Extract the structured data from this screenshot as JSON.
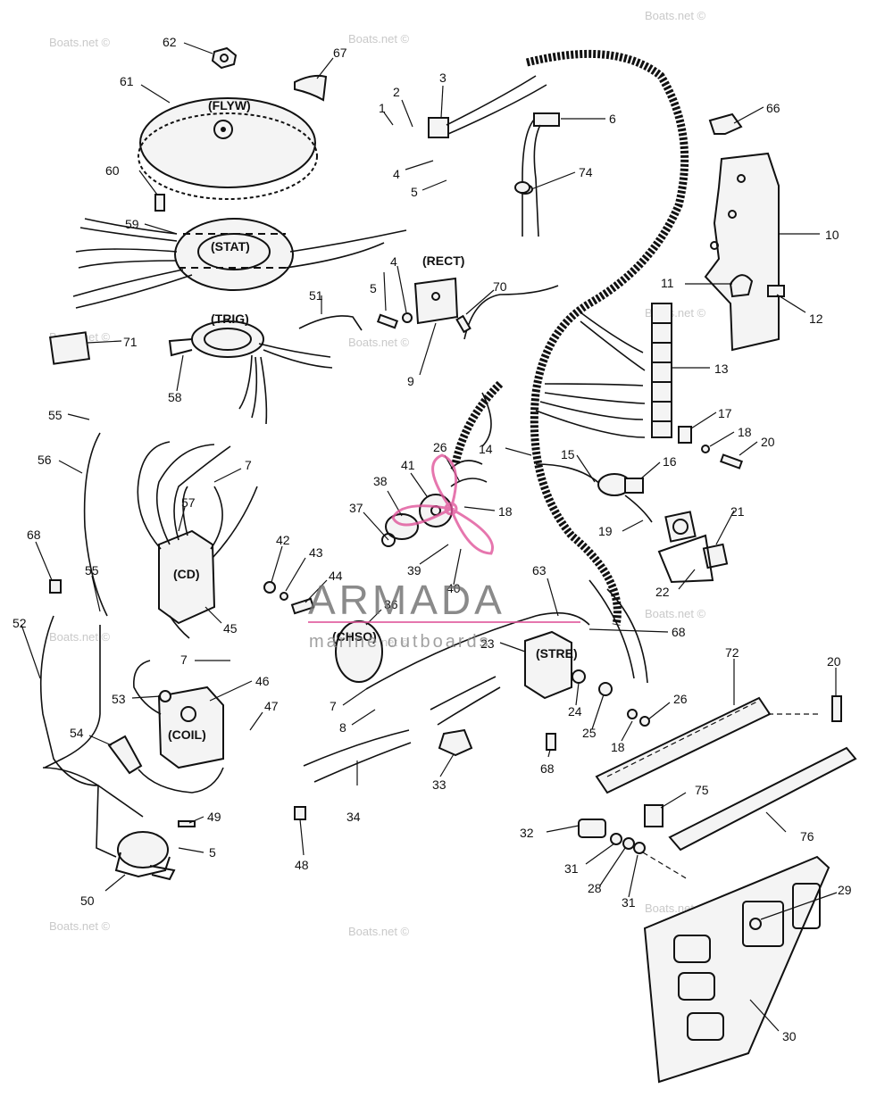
{
  "watermark": {
    "text": "Boats.net ©",
    "brand_name": "ARMADA",
    "brand_tagline": "marine outboards",
    "brand_color": "#e0559a"
  },
  "component_labels": {
    "flyw": "(FLYW)",
    "stat": "(STAT)",
    "trig": "(TRIG)",
    "rect": "(RECT)",
    "cd": "(CD)",
    "coil": "(COIL)",
    "chso": "(CHSO)",
    "stre": "(STRE)"
  },
  "callouts": {
    "c1": "1",
    "c2": "2",
    "c3": "3",
    "c4a": "4",
    "c4b": "4",
    "c5a": "5",
    "c5b": "5",
    "c5c": "5",
    "c6": "6",
    "c7a": "7",
    "c7b": "7",
    "c7c": "7",
    "c8": "8",
    "c9": "9",
    "c10": "10",
    "c11": "11",
    "c12": "12",
    "c13": "13",
    "c14": "14",
    "c15": "15",
    "c16": "16",
    "c17": "17",
    "c18a": "18",
    "c18b": "18",
    "c18c": "18",
    "c19": "19",
    "c20a": "20",
    "c20b": "20",
    "c21": "21",
    "c22": "22",
    "c23": "23",
    "c24": "24",
    "c25": "25",
    "c26a": "26",
    "c26b": "26",
    "c28": "28",
    "c29": "29",
    "c30": "30",
    "c31a": "31",
    "c31b": "31",
    "c32": "32",
    "c33": "33",
    "c34": "34",
    "c36": "36",
    "c37": "37",
    "c38": "38",
    "c39": "39",
    "c40": "40",
    "c41": "41",
    "c42": "42",
    "c43": "43",
    "c44": "44",
    "c45": "45",
    "c46": "46",
    "c47": "47",
    "c48": "48",
    "c49": "49",
    "c50": "50",
    "c51": "51",
    "c52": "52",
    "c53": "53",
    "c54": "54",
    "c55a": "55",
    "c55b": "55",
    "c56": "56",
    "c57": "57",
    "c58": "58",
    "c59": "59",
    "c60": "60",
    "c61": "61",
    "c62": "62",
    "c63": "63",
    "c66": "66",
    "c67": "67",
    "c68a": "68",
    "c68b": "68",
    "c68c": "68",
    "c70": "70",
    "c71": "71",
    "c72": "72",
    "c74": "74",
    "c75": "75",
    "c76": "76"
  }
}
